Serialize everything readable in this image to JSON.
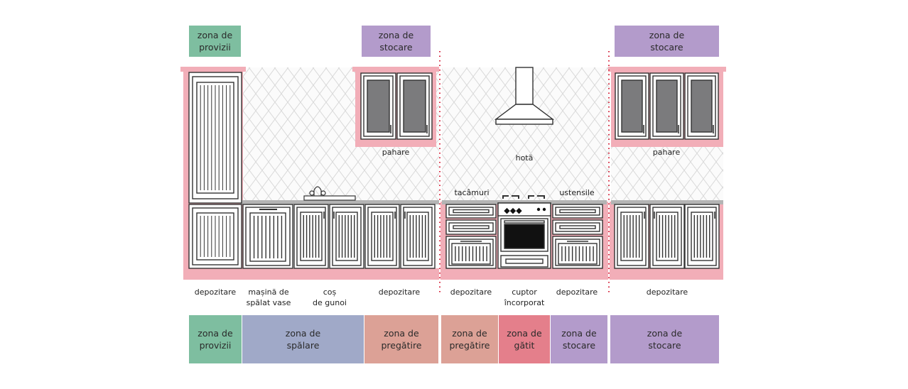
{
  "colors": {
    "provizii": "#7ebea0",
    "spalare": "#a0a9c8",
    "pregatire": "#dca196",
    "gatit": "#e47f8b",
    "stocare": "#b39bcb",
    "frame": "#f2aeb8",
    "cabinet_stroke": "#333333",
    "glass": "#7b7b7d",
    "divider": "#d7263d"
  },
  "top_zones": [
    {
      "text": "zona de\nprovizii",
      "color_key": "provizii"
    },
    {
      "text": "zona de\nstocare",
      "color_key": "stocare"
    },
    {
      "text": "zona de\nstocare",
      "color_key": "stocare"
    }
  ],
  "fixture_labels": {
    "pahare_left": "pahare",
    "pahare_right": "pahare",
    "hota": "hotă",
    "tacamuri": "tacâmuri",
    "ustensile": "ustensile"
  },
  "bottom_labels": [
    {
      "text": "depozitare"
    },
    {
      "text": "mașină de\nspălat vase"
    },
    {
      "text": "coș\nde gunoi"
    },
    {
      "text": "depozitare"
    },
    {
      "text": "depozitare"
    },
    {
      "text": "cuptor\nîncorporat"
    },
    {
      "text": "depozitare"
    },
    {
      "text": "depozitare"
    }
  ],
  "bottom_zones": [
    {
      "text": "zona de\nprovizii",
      "color_key": "provizii"
    },
    {
      "text": "zona de\nspălare",
      "color_key": "spalare"
    },
    {
      "text": "zona de\npregătire",
      "color_key": "pregatire"
    },
    {
      "text": "zona de\npregătire",
      "color_key": "pregatire"
    },
    {
      "text": "zona de\ngătit",
      "color_key": "gatit"
    },
    {
      "text": "zona de\nstocare",
      "color_key": "stocare"
    },
    {
      "text": "zona de\nstocare",
      "color_key": "stocare"
    }
  ]
}
